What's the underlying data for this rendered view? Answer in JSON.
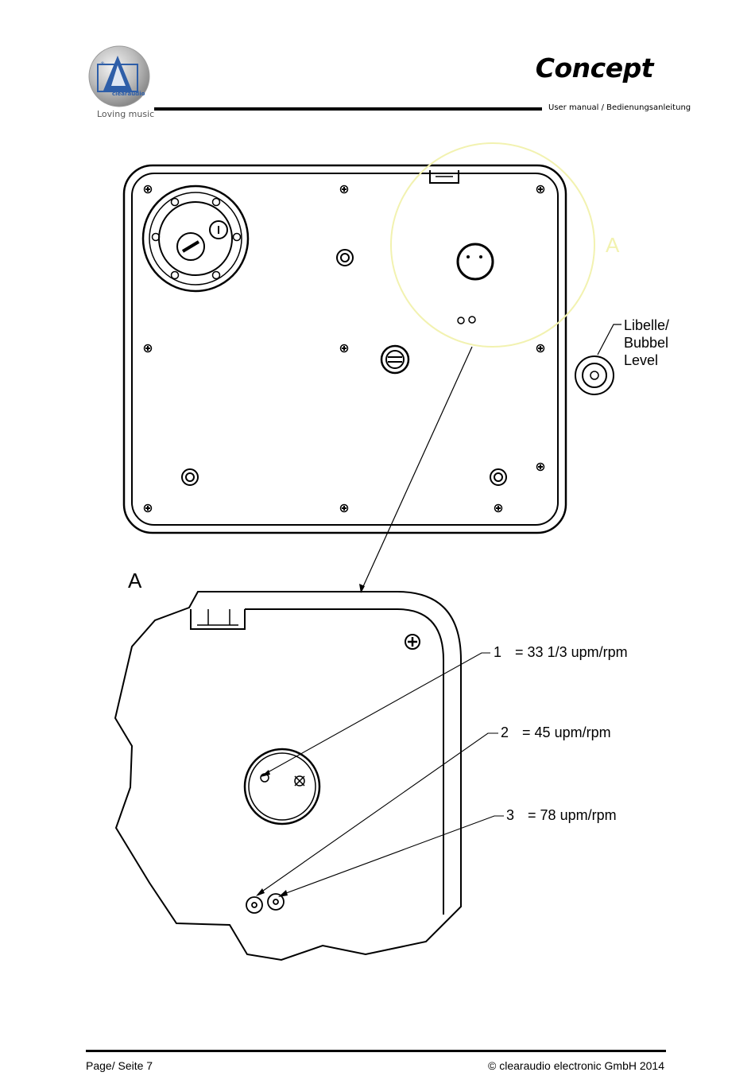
{
  "header": {
    "brand_logo_text": "clearaudio",
    "tagline": "Loving music",
    "title": "Concept",
    "subtitle": "User manual / Bedienungsanleitung"
  },
  "drawing": {
    "detail_label_top": "A",
    "detail_label_bottom": "A",
    "bubble_level_label": [
      "Libelle/",
      "Bubbel",
      "Level"
    ],
    "speeds": [
      {
        "number": "1",
        "text": "= 33 1/3 upm/rpm"
      },
      {
        "number": "2",
        "text": "= 45 upm/rpm"
      },
      {
        "number": "3",
        "text": "= 78 upm/rpm"
      }
    ]
  },
  "footer": {
    "page": "Page/ Seite 7",
    "copyright": "© clearaudio electronic GmbH 2014"
  },
  "colors": {
    "accent_blue": "#2e5ea8",
    "highlight_yellow": "#f2f2b0"
  }
}
